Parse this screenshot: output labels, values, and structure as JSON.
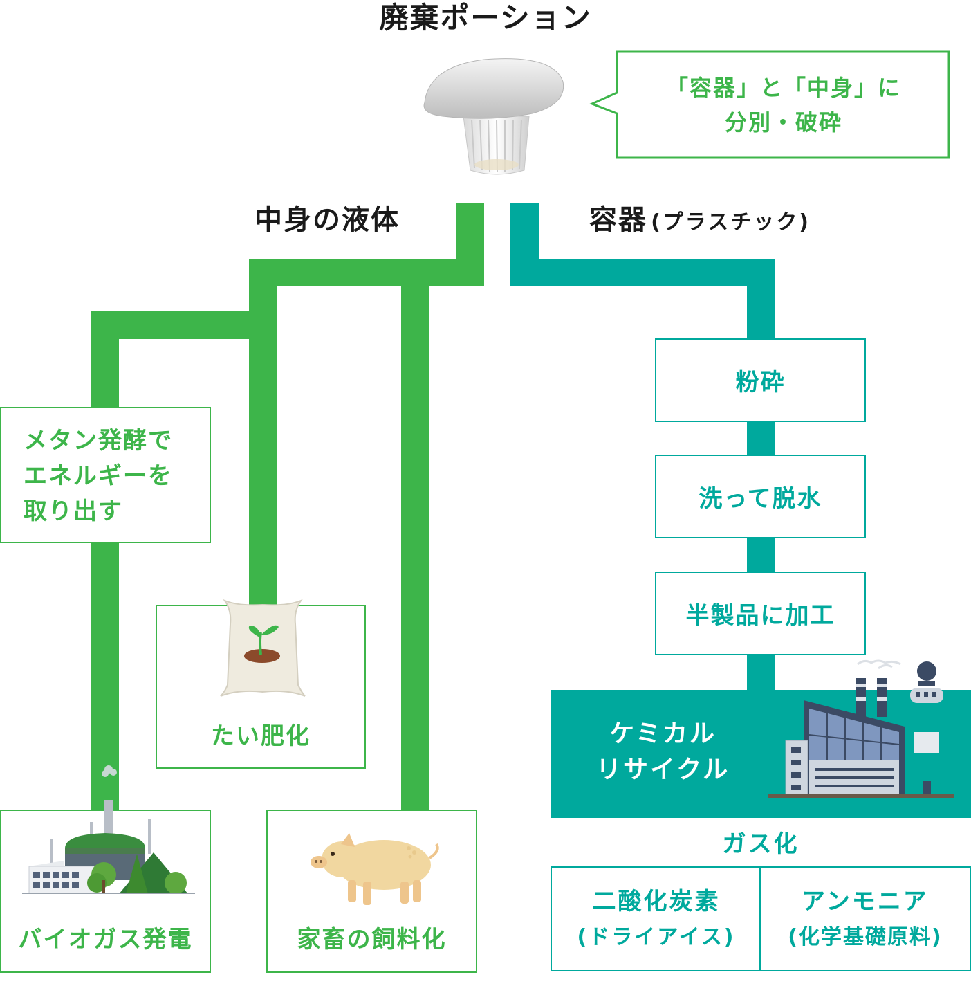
{
  "title": "廃棄ポーション",
  "speech_bubble": {
    "line1": "「容器」と「中身」に",
    "line2": "分別・破砕"
  },
  "branch_left": {
    "label": "中身の液体"
  },
  "branch_right": {
    "label": "容器",
    "sub": "(プラスチック)"
  },
  "left_boxes": {
    "methane": {
      "line1": "メタン発酵で",
      "line2": "エネルギーを",
      "line3": "取り出す"
    },
    "compost": {
      "label": "たい肥化"
    },
    "biogas": {
      "label": "バイオガス発電"
    },
    "feed": {
      "label": "家畜の飼料化"
    }
  },
  "right_boxes": {
    "step1": "粉砕",
    "step2": "洗って脱水",
    "step3": "半製品に加工",
    "chemical": {
      "line1": "ケミカル",
      "line2": "リサイクル"
    },
    "gasification": "ガス化",
    "co2": {
      "line1": "二酸化炭素",
      "line2": "(ドライアイス)"
    },
    "ammonia": {
      "line1": "アンモニア",
      "line2": "(化学基礎原料)"
    }
  },
  "colors": {
    "green": "#3db54a",
    "teal": "#00a99d"
  }
}
